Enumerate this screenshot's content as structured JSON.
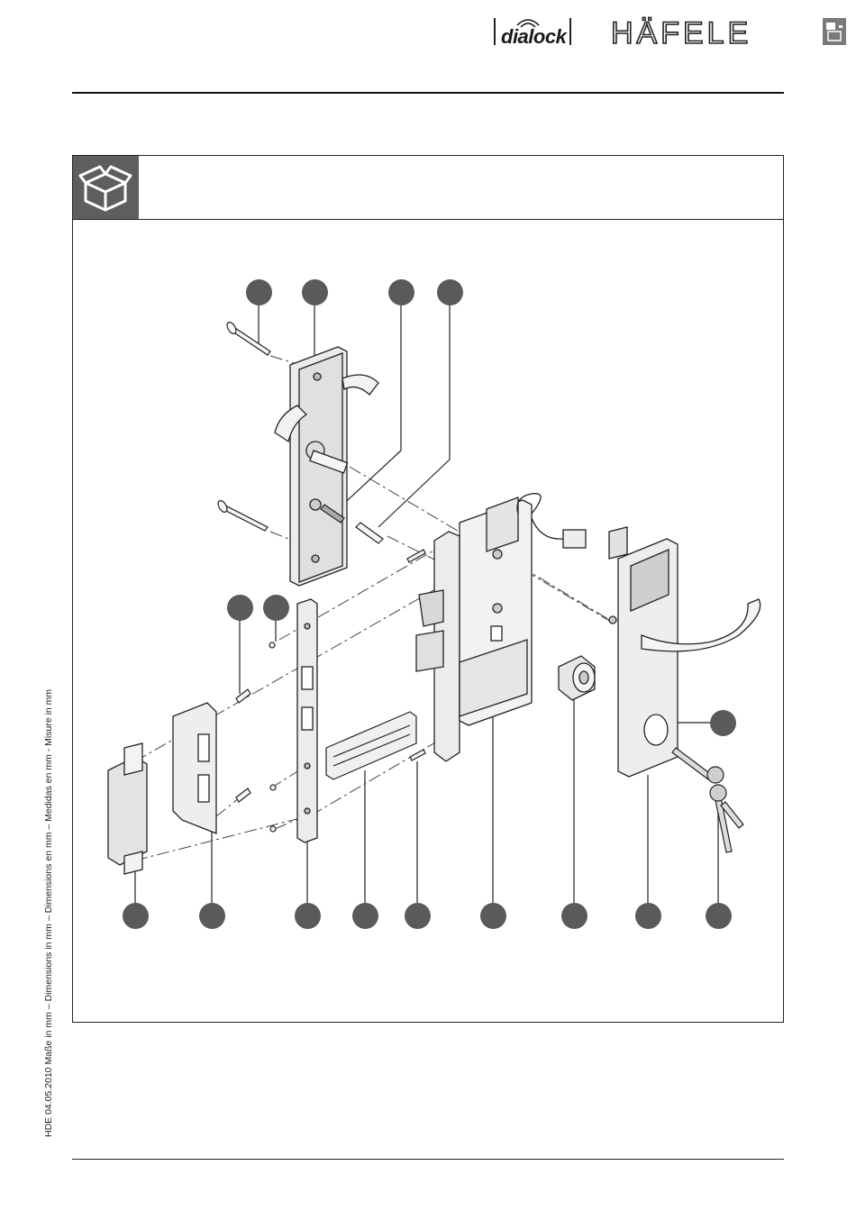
{
  "header": {
    "dialock_logo_text": "dialock",
    "hafele_logo_text": "HÄFELE"
  },
  "sidebar": {
    "vertical_text": "HDE 04.05.2010     Maße in mm – Dimensions in mm – Dimensions en mm – Medidas en mm - Misure in mm"
  },
  "diagram": {
    "callouts": [
      "",
      "",
      "",
      "",
      "",
      "",
      "",
      "",
      "",
      "",
      "",
      "",
      "",
      "",
      "",
      ""
    ],
    "box_icon": "package-box-icon",
    "colors": {
      "callout": "#5a5a5a",
      "icon_bg": "#5e5e5e",
      "line": "#222222",
      "part_fill": "#e8e8e8"
    }
  }
}
